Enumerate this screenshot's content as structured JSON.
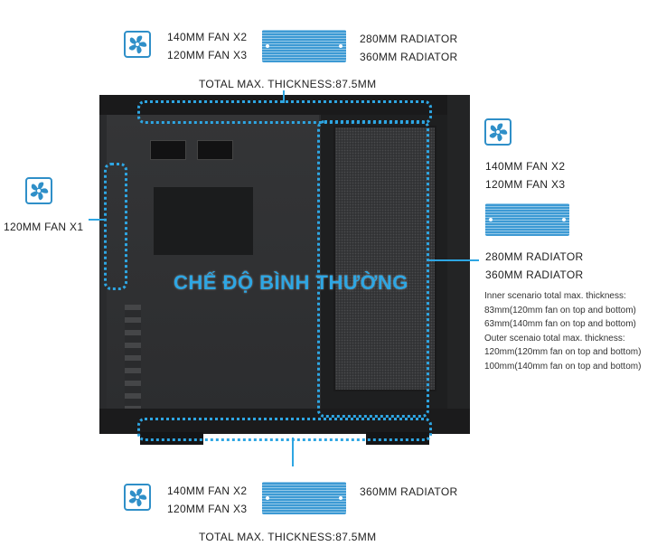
{
  "top": {
    "fan_lines": [
      "140MM FAN X2",
      "120MM FAN X3"
    ],
    "radiator_lines": [
      "280MM RADIATOR",
      "360MM RADIATOR"
    ],
    "thickness": "TOTAL MAX. THICKNESS:87.5MM"
  },
  "left": {
    "fan_line": "120MM FAN X1"
  },
  "right": {
    "fan_lines": [
      "140MM FAN X2",
      "120MM FAN X3"
    ],
    "radiator_lines": [
      "280MM RADIATOR",
      "360MM RADIATOR"
    ],
    "notes": [
      "Inner scenario total max. thickness:",
      "83mm(120mm fan on top and bottom)",
      "63mm(140mm fan on top and bottom)",
      "Outer scenaio total max. thickness:",
      "120mm(120mm fan on top and bottom)",
      "100mm(140mm fan on top and bottom)"
    ]
  },
  "bottom": {
    "fan_lines": [
      "140MM FAN X2",
      "120MM FAN X3"
    ],
    "radiator_line": "360MM RADIATOR",
    "thickness": "TOTAL MAX. THICKNESS:87.5MM"
  },
  "overlay": {
    "title": "CHẾ ĐỘ BÌNH THƯỜNG"
  },
  "colors": {
    "accent": "#2ea6e3",
    "radiator": "#3d9ad4",
    "case": "#2a2b2d"
  },
  "icons": {
    "fan": "fan-icon",
    "radiator": "radiator-icon"
  }
}
